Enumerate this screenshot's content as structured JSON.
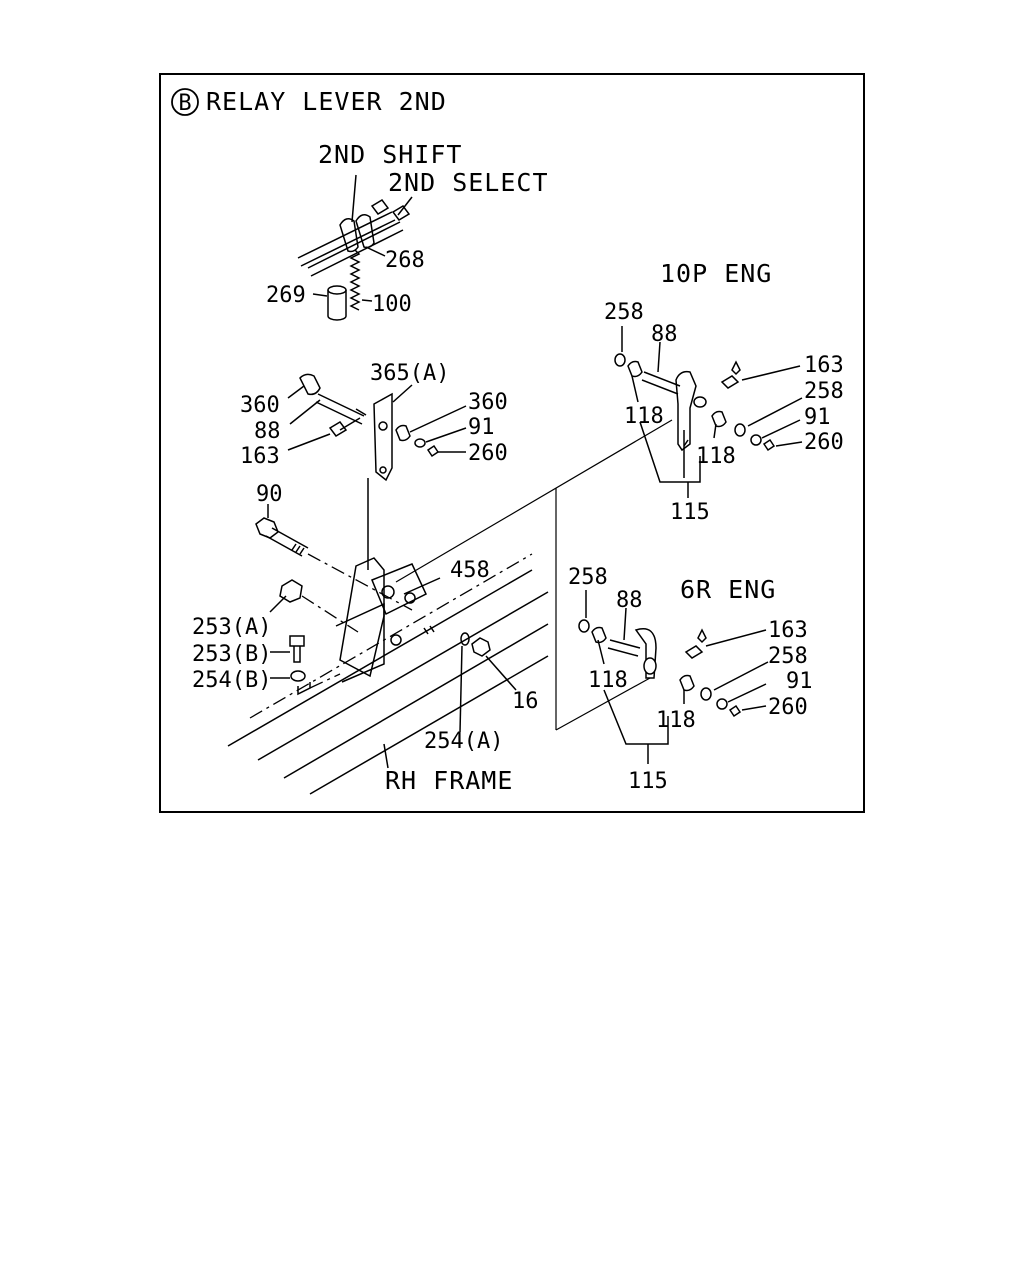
{
  "title": {
    "marker": "B",
    "text": "RELAY LEVER 2ND"
  },
  "captions": {
    "shift": "2ND SHIFT",
    "select": "2ND SELECT",
    "eng_10p": "10P ENG",
    "eng_6r": "6R ENG",
    "frame": "RH FRAME"
  },
  "labels": {
    "p268": "268",
    "p269": "269",
    "p100": "100",
    "p365a": "365(A)",
    "p360_left": "360",
    "p360_right": "360",
    "p88_left": "88",
    "p163_left": "163",
    "p91_left": "91",
    "p260_left": "260",
    "p90": "90",
    "p458": "458",
    "p253a": "253(A)",
    "p253b": "253(B)",
    "p254b": "254(B)",
    "p254a": "254(A)",
    "p16": "16",
    "p10_258a": "258",
    "p10_88": "88",
    "p10_118a": "118",
    "p10_163": "163",
    "p10_258b": "258",
    "p10_91": "91",
    "p10_260": "260",
    "p10_118b": "118",
    "p10_115": "115",
    "p6_258a": "258",
    "p6_88": "88",
    "p6_118a": "118",
    "p6_163": "163",
    "p6_258b": "258",
    "p6_91": "91",
    "p6_260": "260",
    "p6_118b": "118",
    "p6_115": "115"
  }
}
